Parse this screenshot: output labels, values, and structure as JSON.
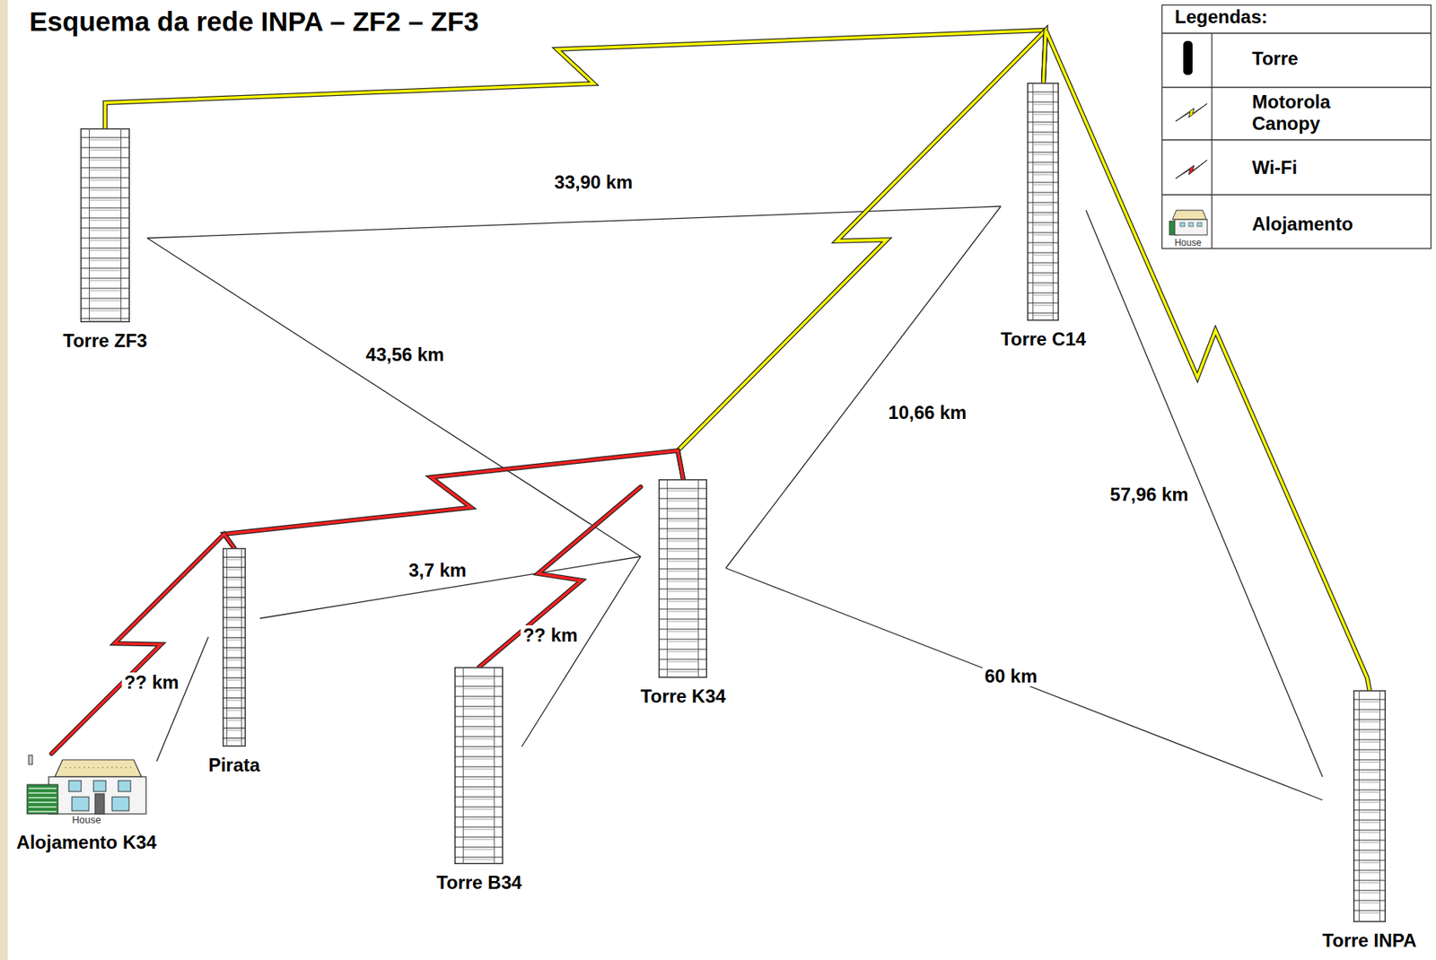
{
  "diagram": {
    "title": "Esquema da rede INPA – ZF2 – ZF3",
    "nodes": [
      {
        "text": [
          "Torre ZF3"
        ]
      },
      {
        "text": [
          "Torre C14"
        ]
      },
      {
        "text": [
          "Torre K34"
        ]
      },
      {
        "text": [
          "Pirata"
        ]
      },
      {
        "text": [
          "Torre B34"
        ]
      },
      {
        "text": [
          "House",
          "Alojamento K34"
        ]
      },
      {
        "text": [
          "Torre INPA"
        ]
      }
    ],
    "edges": [
      {
        "from": 0,
        "to": 1,
        "arrow": "none",
        "label": "33,90 km"
      },
      {
        "from": 0,
        "to": 2,
        "arrow": "none",
        "label": "43,56 km"
      },
      {
        "from": 1,
        "to": 2,
        "arrow": "none",
        "label": "10,66 km"
      },
      {
        "from": 1,
        "to": 6,
        "arrow": "none",
        "label": "57,96 km"
      },
      {
        "from": 2,
        "to": 6,
        "arrow": "none",
        "label": "60 km"
      },
      {
        "from": 3,
        "to": 2,
        "arrow": "none",
        "label": "3,7 km"
      },
      {
        "from": 4,
        "to": 2,
        "arrow": "none",
        "label": "?? km"
      },
      {
        "from": 5,
        "to": 3,
        "arrow": "none",
        "label": "?? km"
      },
      {
        "from": 0,
        "to": 1,
        "arrow": "none"
      },
      {
        "from": 1,
        "to": 2,
        "arrow": "none"
      },
      {
        "from": 1,
        "to": 6,
        "arrow": "none"
      },
      {
        "from": 2,
        "to": 3,
        "arrow": "none"
      },
      {
        "from": 2,
        "to": 4,
        "arrow": "none"
      },
      {
        "from": 3,
        "to": 5,
        "arrow": "none"
      }
    ],
    "labels": [
      "Legendas:",
      "House"
    ],
    "legend": [
      {
        "text": "Torre"
      },
      {
        "text": "Motorola Canopy"
      },
      {
        "text": "Wi-Fi"
      },
      {
        "text": "Alojamento"
      }
    ]
  }
}
